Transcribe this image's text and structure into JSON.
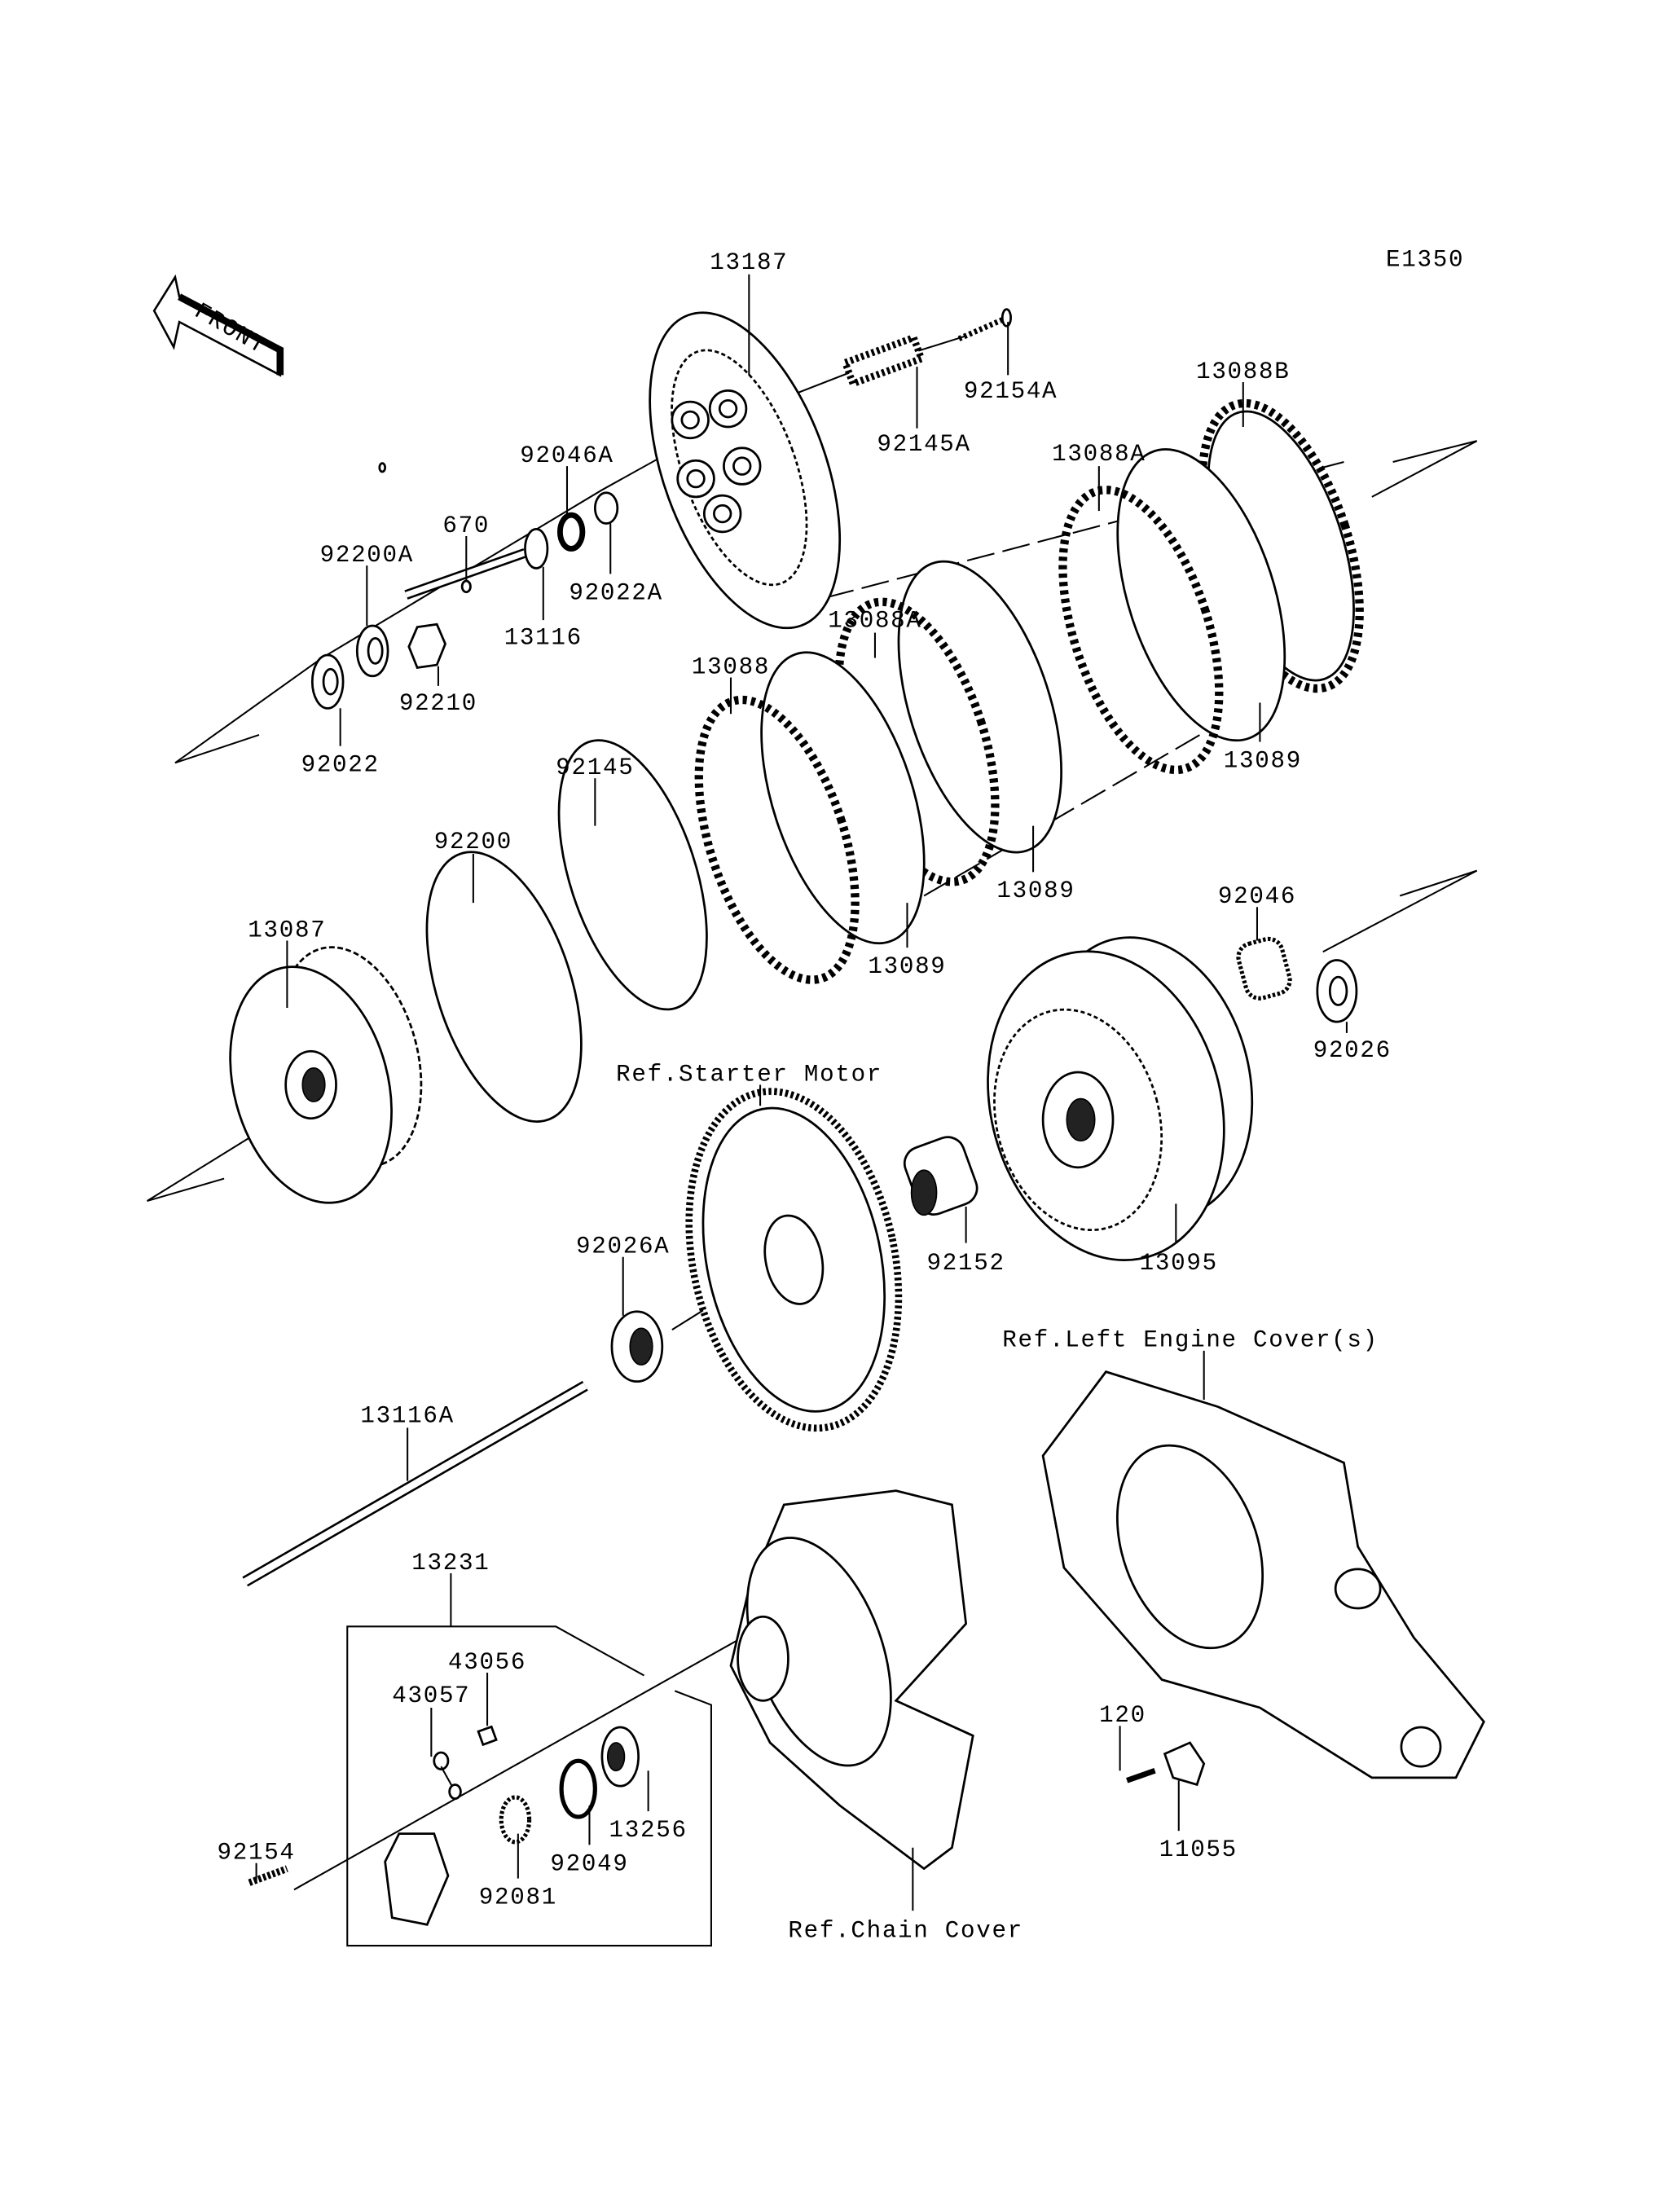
{
  "diagram_code": "E1350",
  "front_arrow": "FRONT",
  "labels": {
    "p13187": "13187",
    "p92154A": "92154A",
    "p92145A": "92145A",
    "p13088B": "13088B",
    "p92046A": "92046A",
    "p13088A_1": "13088A",
    "p670": "670",
    "p92200A": "92200A",
    "p92022A": "92022A",
    "p13116": "13116",
    "p13088A_2": "13088A",
    "p13088": "13088",
    "p92210": "92210",
    "p92022": "92022",
    "p13089_1": "13089",
    "p92145": "92145",
    "p92200": "92200",
    "p13089_2": "13089",
    "p92046": "92046",
    "p13089_3": "13089",
    "p13087": "13087",
    "p92026": "92026",
    "p92152": "92152",
    "p13095": "13095",
    "p92026A": "92026A",
    "p13116A": "13116A",
    "p13231": "13231",
    "p43056": "43056",
    "p43057": "43057",
    "p92154": "92154",
    "p13256": "13256",
    "p92049": "92049",
    "p92081": "92081",
    "p120": "120",
    "p11055": "11055"
  },
  "references": {
    "starter_motor": "Ref.Starter Motor",
    "left_engine_cover": "Ref.Left Engine Cover(s)",
    "chain_cover": "Ref.Chain Cover"
  }
}
